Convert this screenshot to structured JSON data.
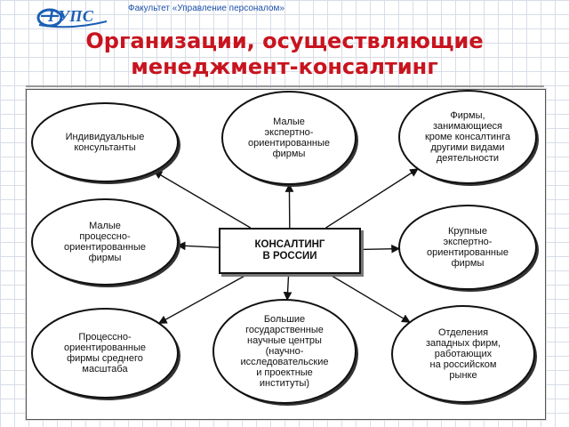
{
  "header": {
    "logo_text": "ГУПС",
    "faculty": "Факультет «Управление персоналом»",
    "title_line1": "Организации, осуществляющие",
    "title_line2": "менеджмент-консалтинг"
  },
  "colors": {
    "title": "#c8141e",
    "logo": "#1b5fb4",
    "faculty": "#1b4ea8"
  },
  "diagram": {
    "center": "КОНСАЛТИНГ\nВ РОССИИ",
    "nodes": [
      "Индивидуальные\nконсультанты",
      "Малые\nэкспертно-\nориентированные\nфирмы",
      "Фирмы,\nзанимающиеся\nкроме консалтинга\nдругими видами\nдеятельности",
      "Малые\nпроцессно-\nориентированные\nфирмы",
      "Крупные\nэкспертно-\nориентированные\nфирмы",
      "Процессно-\nориентированные\nфирмы среднего\nмасштаба",
      "Большие\nгосударственные\nнаучные центры\n(научно-\nисследовательские\nи проектные\nинституты)",
      "Отделения\nзападных фирм,\nработающих\nна российском\nрынке"
    ]
  }
}
